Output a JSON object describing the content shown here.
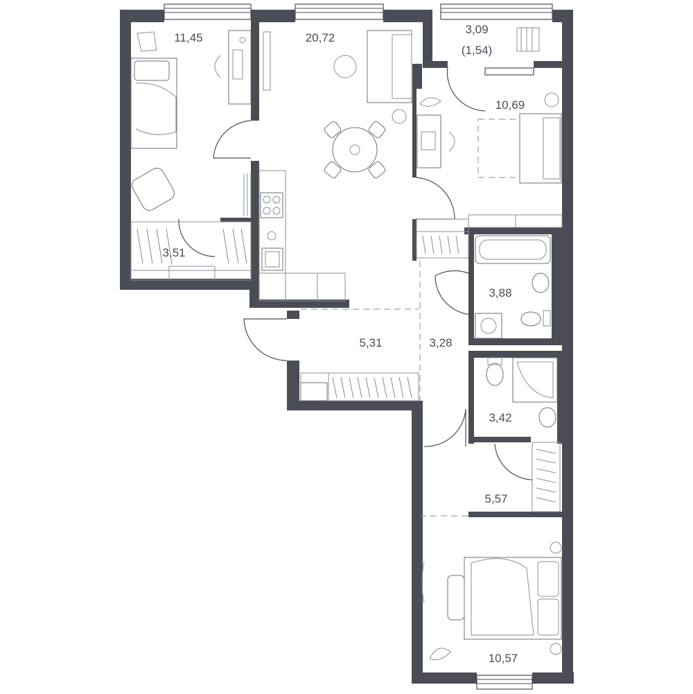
{
  "rooms": {
    "bedroom_left": "11,45",
    "living_kitchen": "20,72",
    "balcony": "3,09",
    "balcony_reduced": "(1,54)",
    "bedroom_right": "10,69",
    "closet_left": "3,51",
    "bathroom_1": "3,88",
    "hall": "5,31",
    "corridor": "3,28",
    "bathroom_2": "3,42",
    "corridor_lower": "5,57",
    "bedroom_bottom": "10,57"
  },
  "colors": {
    "wall": "#4a4d55",
    "line": "#6c6f77",
    "background": "#ffffff"
  }
}
